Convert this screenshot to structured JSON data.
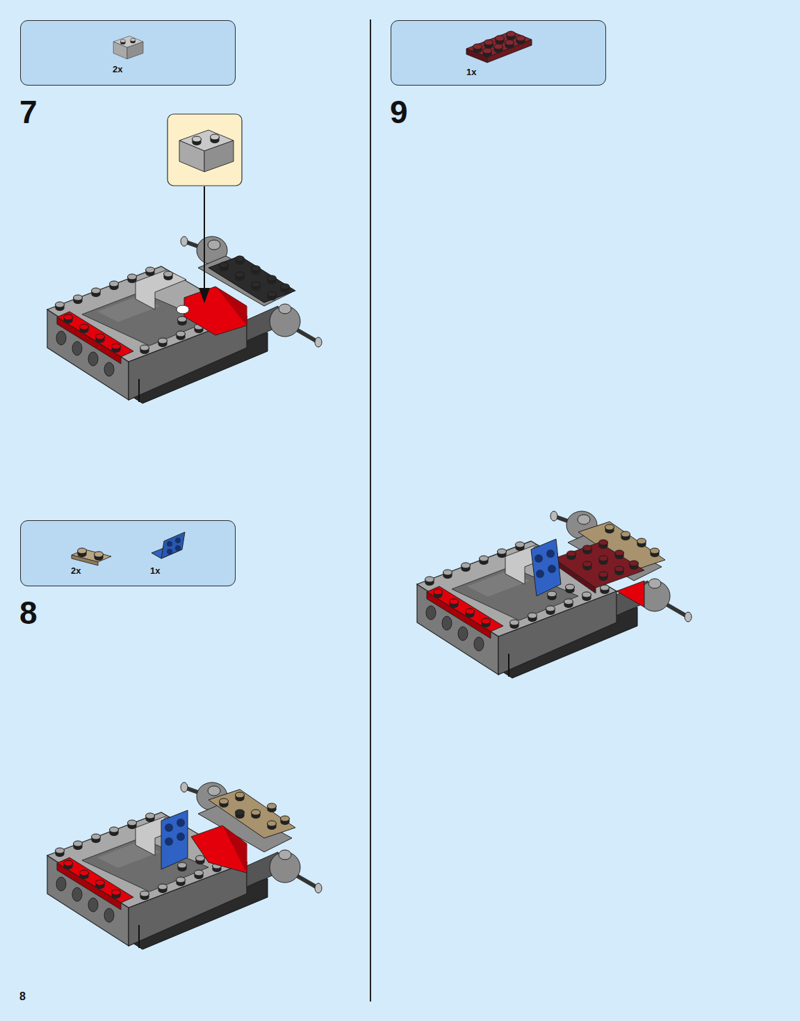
{
  "diagram": {
    "nodes": [
      {
        "text": [
          "2x"
        ]
      },
      {
        "text": [
          "2x",
          "1x"
        ]
      },
      {
        "text": [
          "1x"
        ]
      }
    ],
    "labels": [
      "7",
      "8",
      "9",
      "8"
    ]
  }
}
